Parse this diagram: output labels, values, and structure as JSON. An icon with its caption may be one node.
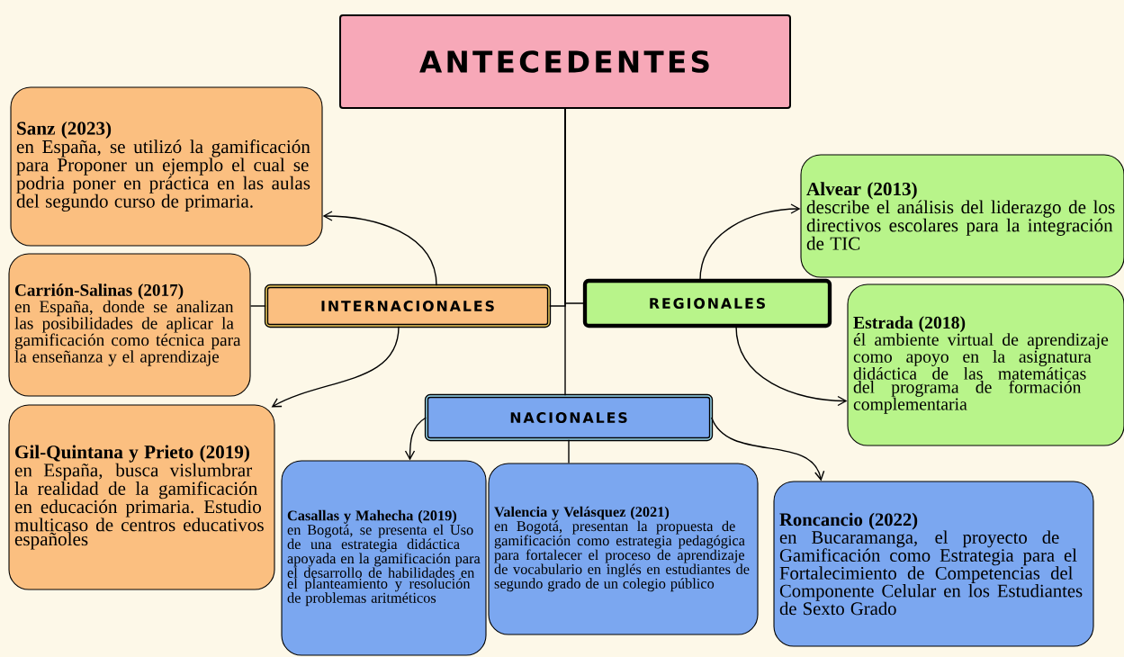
{
  "diagram": {
    "nodes": [
      {
        "text": [
          "ANTECEDENTES"
        ]
      },
      {
        "text": [
          "Sanz (2023)",
          "en España, se utilizó la gamificación para Proponer un ejemplo el cual se podria poner en práctica en las aulas del segundo curso de primaria."
        ]
      },
      {
        "text": [
          "Carrión-Salinas (2017)",
          "en España, donde se analizan las posibilidades de aplicar la gamificación como técnica para la enseñanza y el aprendizaje"
        ]
      },
      {
        "text": [
          "INTERNACIONALES"
        ]
      },
      {
        "text": [
          "Alvear (2013)",
          "describe el análisis del liderazgo de los directivos escolares para la integración de TIC"
        ]
      },
      {
        "text": [
          "REGIONALES"
        ]
      },
      {
        "text": [
          "Estrada (2018)",
          "él ambiente virtual de aprendizaje como apoyo en la asignatura didáctica de las matemáticas del programa de formación complementaria"
        ]
      },
      {
        "text": [
          "Gil-Quintana y Prieto (2019)",
          "en España, busca vislumbrar la realidad de la gamificación en educación primaria. Estudio multicaso de centros educativos españoles"
        ]
      },
      {
        "text": [
          "NACIONALES"
        ]
      },
      {
        "text": [
          "Casallas y Mahecha (2019)",
          "en Bogotá, se presenta el Uso de una estrategia didáctica apoyada en la gamificación para el desarrollo de habilidades en el planteamiento y resolución de problemas aritméticos"
        ]
      },
      {
        "text": [
          "Valencia y Velásquez (2021)",
          "en Bogotá, presentan la propuesta de gamificación como estrategia pedagógica para fortalecer el proceso de aprendizaje de vocabulario en inglés en estudiantes de segundo grado de un colegio público"
        ]
      },
      {
        "text": [
          "Roncancio (2022)",
          "en Bucaramanga, el proyecto de Gamificación como Estrategia para el Fortalecimiento de Competencias del Componente Celular en los Estudiantes de Sexto Grado"
        ]
      }
    ],
    "edges": [
      {
        "from": 0,
        "to": 3,
        "arrow": "none"
      },
      {
        "from": 0,
        "to": 5,
        "arrow": "none"
      },
      {
        "from": 0,
        "to": 8,
        "arrow": "none"
      },
      {
        "from": 3,
        "to": 1,
        "arrow": "to"
      },
      {
        "from": 3,
        "to": 2,
        "arrow": "none"
      },
      {
        "from": 3,
        "to": 7,
        "arrow": "to"
      },
      {
        "from": 5,
        "to": 4,
        "arrow": "to"
      },
      {
        "from": 5,
        "to": 6,
        "arrow": "to"
      },
      {
        "from": 8,
        "to": 9,
        "arrow": "to"
      },
      {
        "from": 8,
        "to": 10,
        "arrow": "none"
      },
      {
        "from": 8,
        "to": 11,
        "arrow": "to"
      }
    ]
  }
}
